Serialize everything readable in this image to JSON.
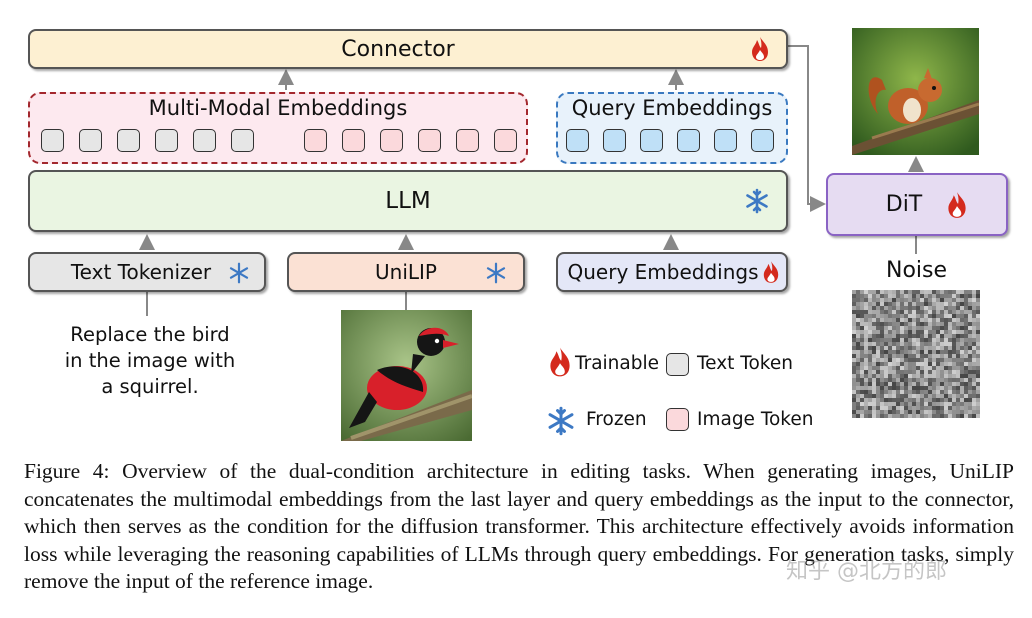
{
  "diagram": {
    "connector": "Connector",
    "multimodal_group": "Multi-Modal Embeddings",
    "query_group": "Query Embeddings",
    "llm": "LLM",
    "text_tokenizer": "Text Tokenizer",
    "unilip": "UniLIP",
    "query_embeddings_input": "Query Embeddings",
    "dit": "DiT",
    "noise": "Noise",
    "instruction_lines": [
      "Replace the bird",
      "in the image with",
      "a squirrel."
    ],
    "legend": {
      "trainable": "Trainable",
      "frozen": "Frozen",
      "text_token": "Text Token",
      "image_token": "Image Token"
    },
    "token_counts": {
      "text": 6,
      "image": 6,
      "query": 6
    }
  },
  "caption": "Figure 4: Overview of the dual-condition architecture in editing tasks. When generating images, UniLIP concatenates the multimodal embeddings from the last layer and query embeddings as the input to the connector, which then serves as the condition for the diffusion transformer. This architecture effectively avoids information loss while leveraging the reasoning capabilities of LLMs through query embeddings. For generation tasks, simply remove the input of the reference image.",
  "watermark": "知乎 @北方的郎",
  "colors": {
    "connector_fill": "#fdf0d2",
    "llm_fill": "#eaf5e2",
    "tokenizer_fill": "#e6e6e6",
    "unilip_fill": "#fbe1d4",
    "query_fill": "#e4e7f7",
    "dit_fill": "#e6dcf2",
    "dit_border": "#8a63c4",
    "mm_border": "#a3282e",
    "query_border": "#3a79c0",
    "flame": "#d42a1d",
    "snow": "#3d79c4"
  },
  "icons": [
    "flame-icon",
    "snowflake-icon"
  ]
}
